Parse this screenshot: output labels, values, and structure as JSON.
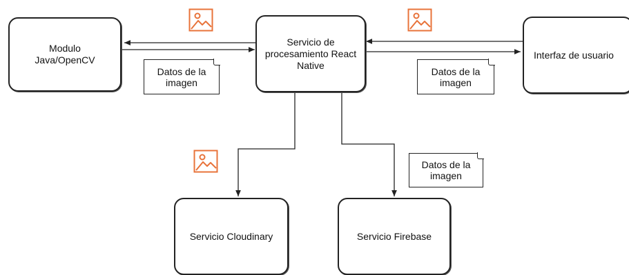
{
  "nodes": {
    "java": "Modulo\nJava/OpenCV",
    "react": "Servicio de\nprocesamiento React\nNative",
    "ui": "Interfaz de usuario",
    "cloudinary": "Servicio Cloudinary",
    "firebase": "Servicio Firebase"
  },
  "notes": {
    "java_react": "Datos de la\nimagen",
    "react_ui": "Datos de la\nimagen",
    "firebase": "Datos de la\nimagen"
  },
  "icons": [
    "image-icon",
    "image-icon",
    "image-icon"
  ],
  "colors": {
    "icon_accent": "#e8733a",
    "line": "#222222"
  }
}
